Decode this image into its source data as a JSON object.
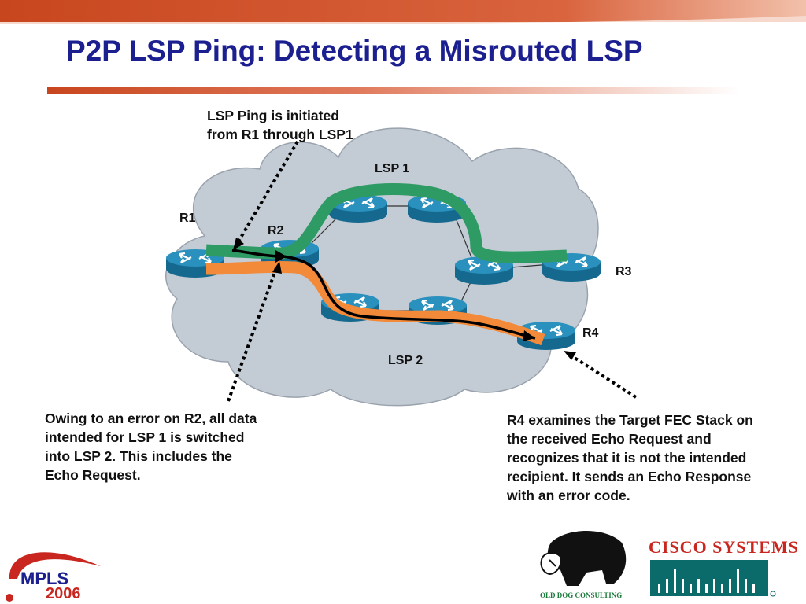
{
  "slide": {
    "title": "P2P LSP Ping: Detecting a Misrouted LSP"
  },
  "diagram": {
    "routers": [
      {
        "id": "R1",
        "label": "R1"
      },
      {
        "id": "R2",
        "label": "R2"
      },
      {
        "id": "R3",
        "label": "R3"
      },
      {
        "id": "R4",
        "label": "R4"
      }
    ],
    "paths": [
      {
        "id": "lsp1",
        "label": "LSP 1",
        "color": "#2e9a64"
      },
      {
        "id": "lsp2",
        "label": "LSP 2",
        "color": "#f38a3a"
      }
    ],
    "cloud_color": "#c3ccd5",
    "router_color": "#1e7fa8"
  },
  "callouts": {
    "initiation": [
      "LSP Ping is initiated",
      "from R1 through LSP1"
    ],
    "error": [
      "Owing to an error on R2, all data",
      "intended for LSP 1 is switched",
      "into LSP 2. This includes the",
      "Echo Request."
    ],
    "response": [
      "R4 examines the Target FEC Stack on",
      "the received Echo Request and",
      "recognizes that it is not the intended",
      "recipient. It sends an Echo Response",
      "with an error code."
    ]
  },
  "logos": {
    "mpls": {
      "line1": "MPLS",
      "line2": "2006"
    },
    "old_dog": "OLD DOG CONSULTING",
    "cisco": "CISCO SYSTEMS"
  },
  "colors": {
    "title": "#1b1f8f",
    "top_band": "#c8461e",
    "lsp1": "#2e9a64",
    "lsp2": "#f38a3a"
  }
}
